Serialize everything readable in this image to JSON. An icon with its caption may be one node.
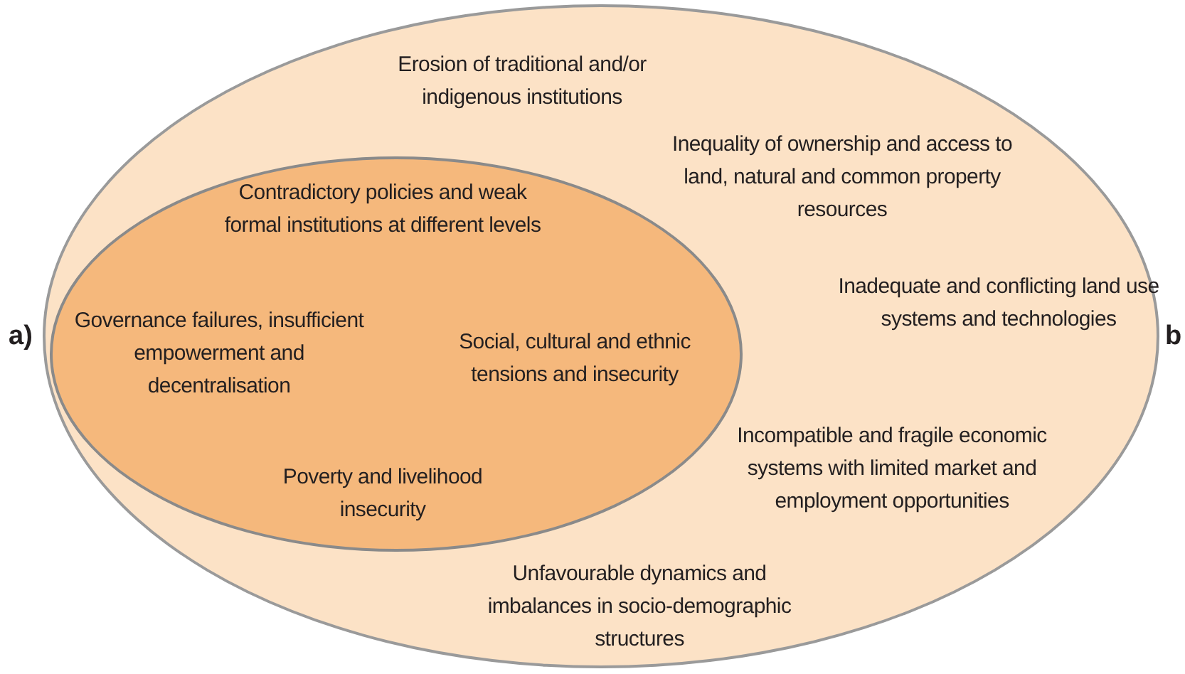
{
  "diagram": {
    "nodes": [
      {
        "text": [
          "Erosion of traditional and/or indigenous institutions",
          "Inequality of ownership and access to land, natural and common property resources",
          "Inadequate and conflicting land use systems and technologies",
          "Incompatible and fragile economic systems with limited market and employment opportunities",
          "Unfavourable dynamics and imbalances in socio-demographic structures"
        ],
        "beside": [
          "b"
        ]
      },
      {
        "text": [
          "Contradictory policies and weak formal institutions at different levels",
          "Governance failures, insufficient empowerment and decentralisation",
          "Social, cultural and ethnic tensions and insecurity",
          "Poverty and livelihood insecurity"
        ],
        "in": 0,
        "beside": [
          "a)"
        ]
      }
    ]
  }
}
